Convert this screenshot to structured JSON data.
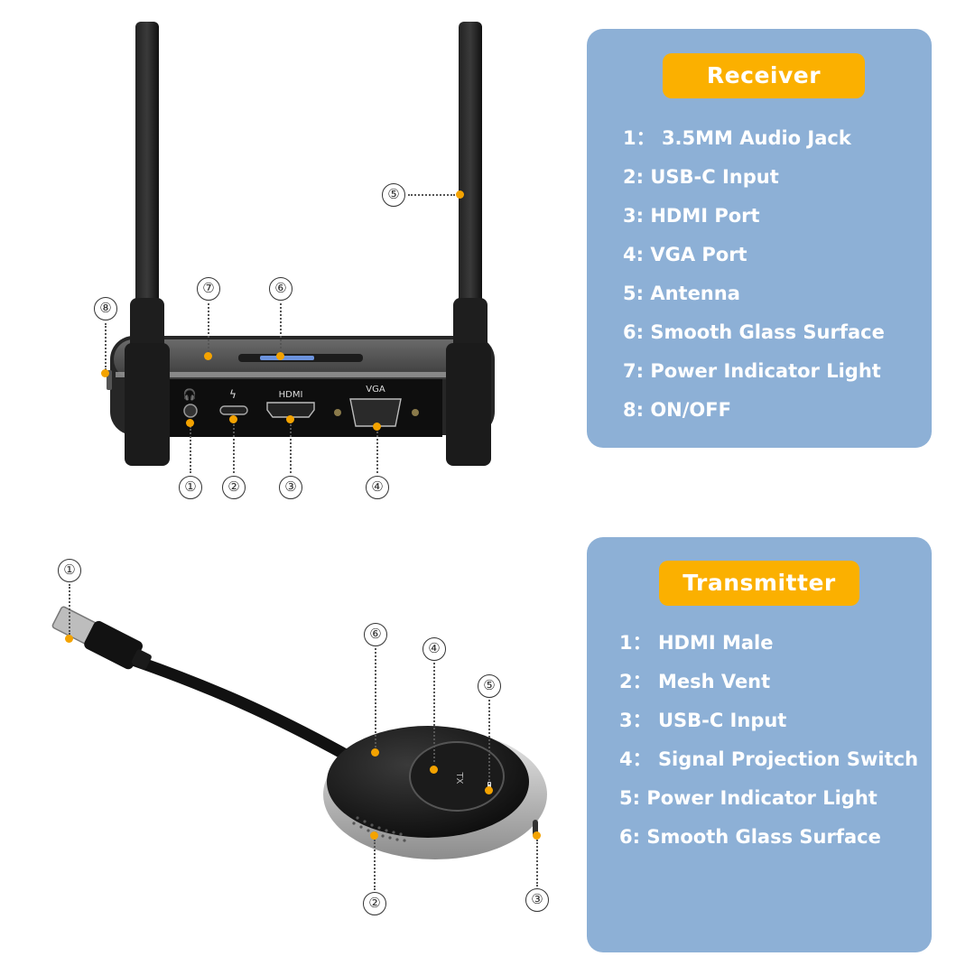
{
  "receiver": {
    "title": "Receiver",
    "items": [
      {
        "num": "1：",
        "label": "3.5MM Audio Jack"
      },
      {
        "num": "2:",
        "label": "USB-C Input"
      },
      {
        "num": "3:",
        "label": "HDMI Port"
      },
      {
        "num": "4:",
        "label": "VGA Port"
      },
      {
        "num": "5:",
        "label": "Antenna"
      },
      {
        "num": "6:",
        "label": "Smooth Glass Surface"
      },
      {
        "num": "7:",
        "label": "Power Indicator Light"
      },
      {
        "num": "8:",
        "label": "ON/OFF"
      }
    ],
    "port_labels": {
      "hdmi": "HDMI",
      "vga": "VGA"
    },
    "callouts": [
      "①",
      "②",
      "③",
      "④",
      "⑤",
      "⑥",
      "⑦",
      "⑧"
    ]
  },
  "transmitter": {
    "title": "Transmitter",
    "items": [
      {
        "num": "1：",
        "label": "HDMI Male"
      },
      {
        "num": "2：",
        "label": "Mesh Vent"
      },
      {
        "num": "3：",
        "label": "USB-C Input"
      },
      {
        "num": "4：",
        "label": "Signal Projection Switch"
      },
      {
        "num": "5:",
        "label": "Power Indicator Light"
      },
      {
        "num": "6:",
        "label": "Smooth Glass Surface"
      }
    ],
    "button_label": "TX",
    "callouts": [
      "①",
      "②",
      "③",
      "④",
      "⑤",
      "⑥"
    ]
  },
  "colors": {
    "panel": "#8db0d6",
    "title_bg": "#fbb000",
    "dot": "#f4a300",
    "device": "#1a1a1a"
  }
}
